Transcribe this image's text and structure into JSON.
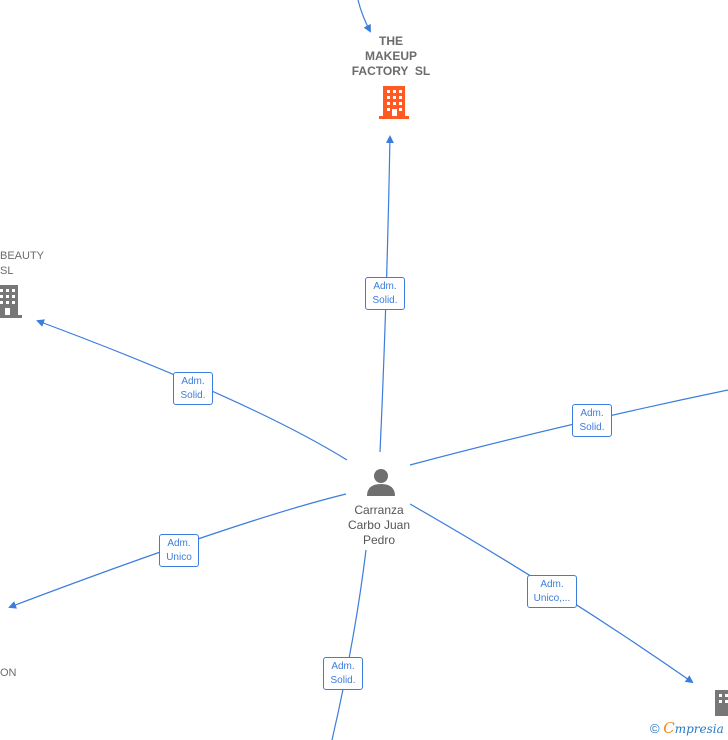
{
  "center": {
    "name_lines": [
      "Carranza",
      "Carbo Juan",
      "Pedro"
    ]
  },
  "companies": {
    "top": {
      "name_lines": [
        "THE",
        "MAKEUP",
        "FACTORY  SL"
      ],
      "color": "#ff5a23"
    },
    "left": {
      "name_lines": [
        "BEAUTY",
        "SL"
      ],
      "color": "#777777"
    },
    "bottom_left": {
      "name_lines": [
        "ON"
      ],
      "color": "#777777"
    },
    "bottom_right": {
      "color": "#777777"
    }
  },
  "edges": [
    {
      "line1": "Adm.",
      "line2": "Solid."
    },
    {
      "line1": "Adm.",
      "line2": "Solid."
    },
    {
      "line1": "Adm.",
      "line2": "Solid."
    },
    {
      "line1": "Adm.",
      "line2": "Unico"
    },
    {
      "line1": "Adm.",
      "line2": "Solid."
    },
    {
      "line1": "Adm.",
      "line2": "Unico,..."
    }
  ],
  "colors": {
    "edge": "#3b7ddd",
    "accent": "#ff5a23",
    "person": "#6f6f6f"
  },
  "watermark": {
    "symbol": "©",
    "brand_initial": "C",
    "brand_rest": "mpresia"
  }
}
